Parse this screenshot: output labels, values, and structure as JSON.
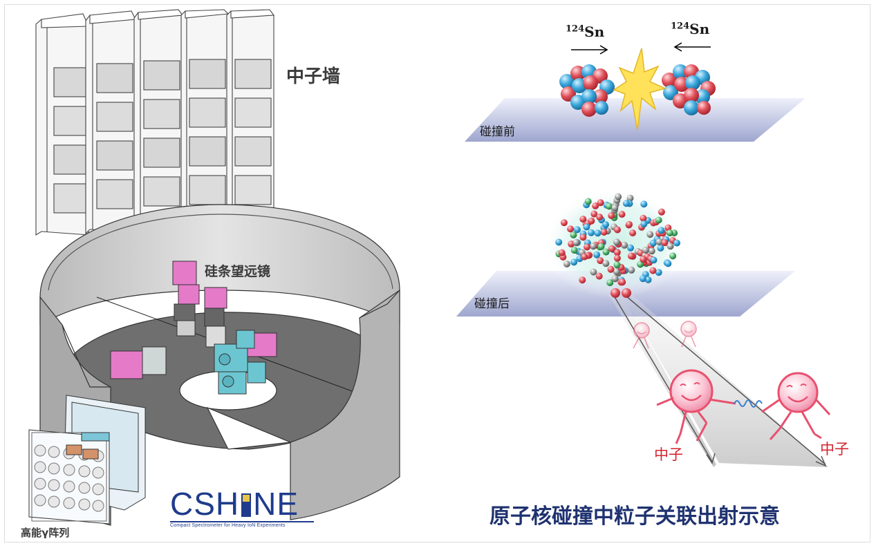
{
  "labels": {
    "neutron_wall": "中子墙",
    "silicon_telescope": "硅条望远镜",
    "gamma_array": "高能γ阵列",
    "before_collision": "碰撞前",
    "after_collision": "碰撞后",
    "neutron_left": "中子",
    "neutron_right": "中子",
    "caption": "原子核碰撞中粒子关联出射示意"
  },
  "nuclei": {
    "left": {
      "mass": "124",
      "symbol": "Sn"
    },
    "right": {
      "mass": "124",
      "symbol": "Sn"
    }
  },
  "logo": {
    "text_before": "CSH",
    "text_after": "NE",
    "subtitle": "Compact  Spectrometer for Heavy IoN Experiments"
  },
  "colors": {
    "proton": "#e0505a",
    "neutron": "#3aa7dc",
    "module_pink": "#e57ac8",
    "module_cyan": "#6cc6d2",
    "logo_blue": "#1f3b8c",
    "neutron_figure": "#e8506e"
  }
}
